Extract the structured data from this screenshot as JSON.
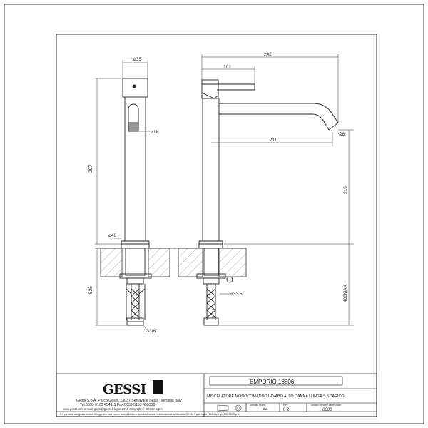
{
  "dimensions": {
    "top_diameter": "35",
    "outlet_diameter": "18",
    "height_body": "297",
    "base_diameter": "46",
    "below_counter": "525",
    "thread": "G3/8\"",
    "overall_reach": "242",
    "handle_offset": "102",
    "spout_reach": "211",
    "spout_tip": "28",
    "spout_height": "215",
    "max_height": "408MAX",
    "hose_diameter": "33.5"
  },
  "title_block": {
    "brand": "GESSI",
    "product": "EMPORIO   18606",
    "description": "MISCELATORE MONOCOMANDO LAVABO ALTO CANNA LUNGA S.SCARICO",
    "company_line1": "Gessi S.p.A. Parco Gessi, 13037 Serravalle Sesia (Vercelli) Italy",
    "company_line2": "Tel.0039  0163  454111  Fax.0039  0163  459350",
    "company_line3": "www.gessi.com   e-mail: gessi@gessi.it      luglio 2016       copyright © GESSI S.p.A.",
    "format_label": "formato / size",
    "format_value": "A4",
    "rev_label": "Rev.",
    "rev_value": "0  2",
    "code_label": "codice cliente / client code",
    "code_value": "0000",
    "footer": "© il presente disegno a termine di legge non può essere reso pubblico o riprodotto senza l'autorizzazione scritta della GESSI S.p.A.    luglio 2016    copyright©GESSI S.p.A."
  }
}
